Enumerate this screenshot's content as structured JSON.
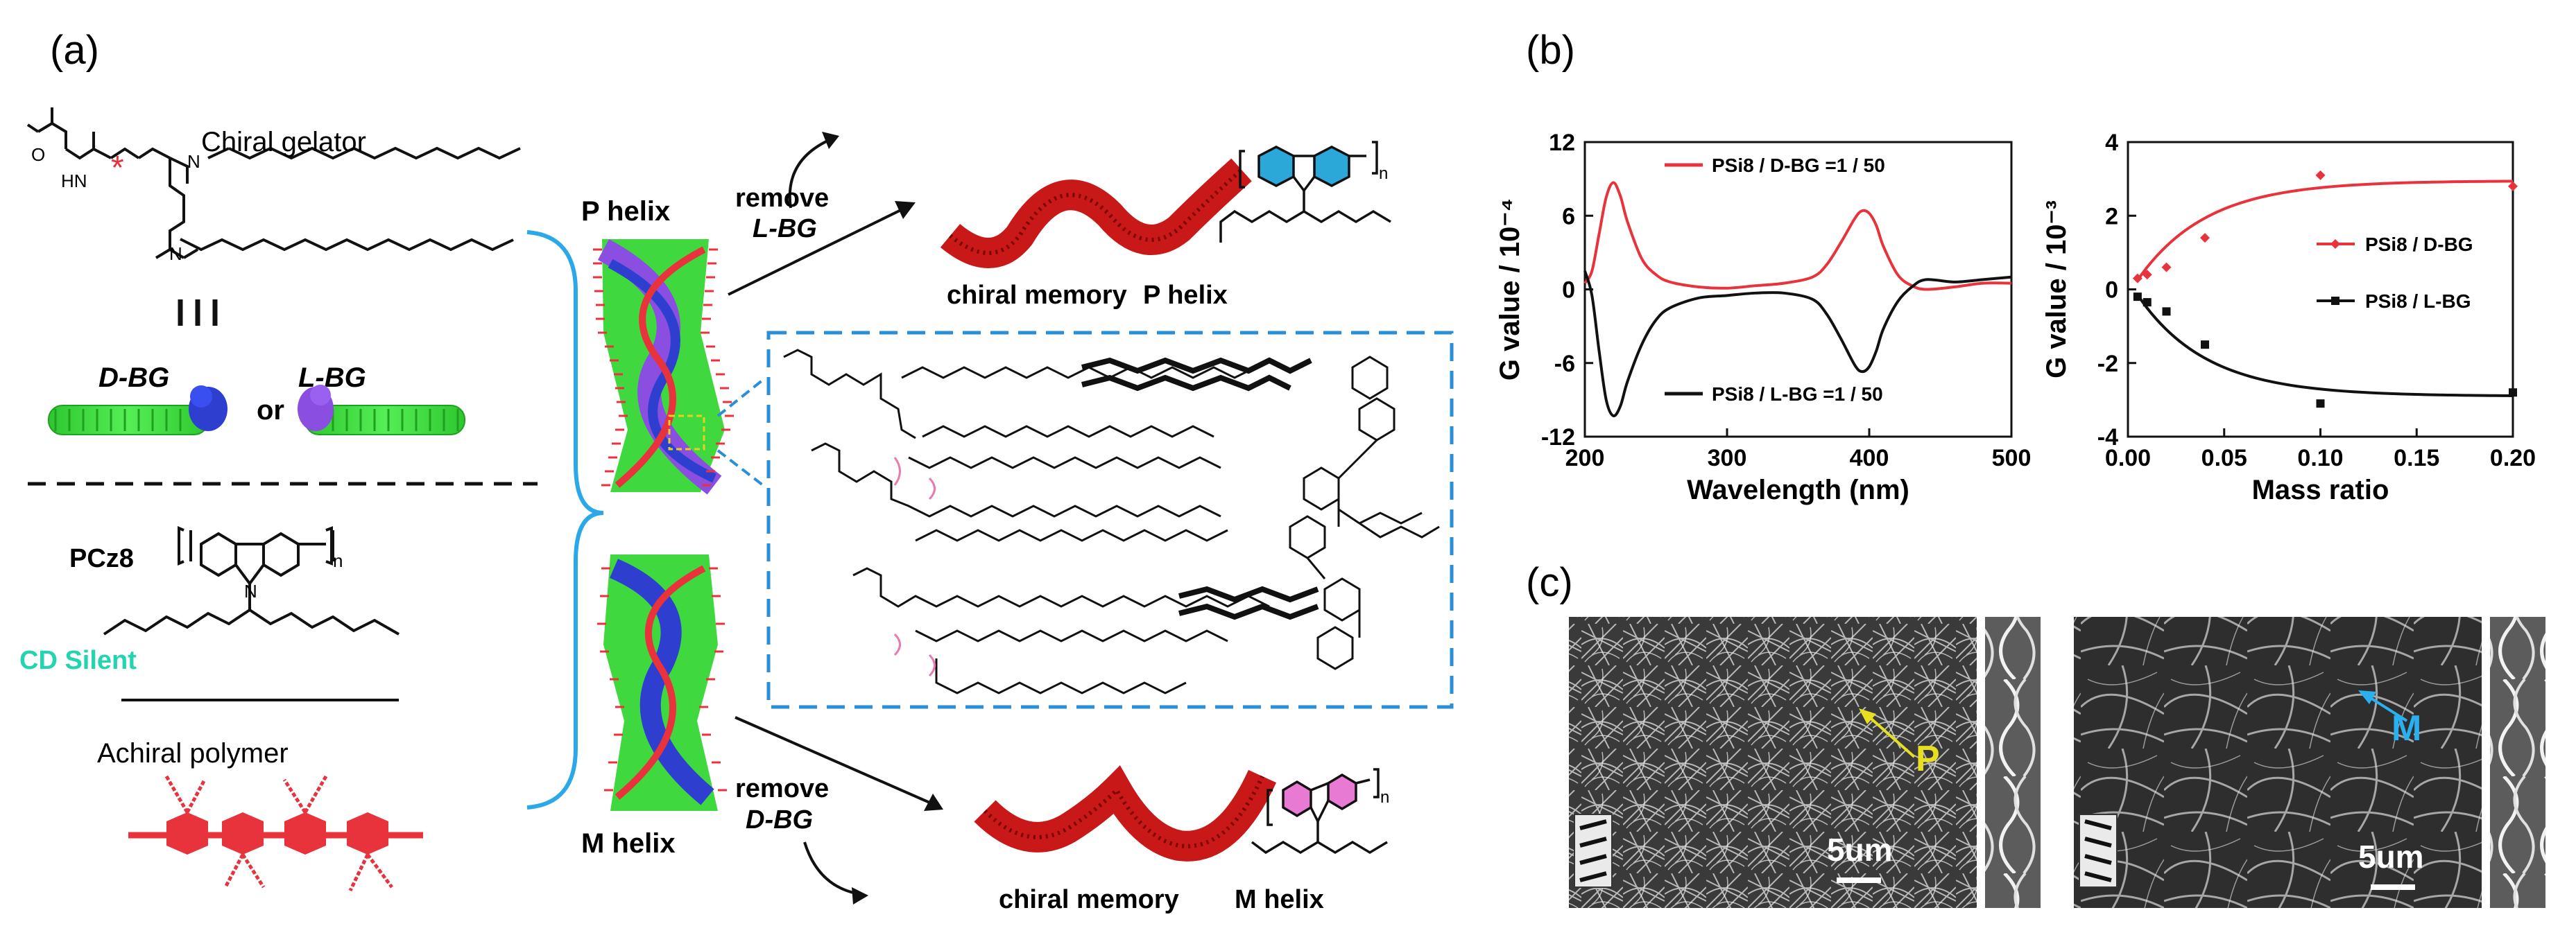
{
  "panel_a": {
    "label": "(a)",
    "chiral_gelator_title": "Chiral gelator",
    "d_bg": "D-BG",
    "or_text": "or",
    "l_bg": "L-BG",
    "pcz8": "PCz8",
    "cd_silent": "CD Silent",
    "achiral_polymer": "Achiral polymer",
    "p_helix": "P helix",
    "m_helix": "M helix",
    "remove_top_1": "remove",
    "remove_top_2": "L-BG",
    "remove_bottom_1": "remove",
    "remove_bottom_2": "D-BG",
    "chiral_memory_top": "chiral memory",
    "p_helix_right": "P helix",
    "chiral_memory_bottom": "chiral memory",
    "m_helix_right": "M helix",
    "subscript_n": "n",
    "atom_n": "N",
    "atom_h": "H",
    "atom_o": "O",
    "atom_hn": "HN",
    "star": "*"
  },
  "panel_b": {
    "label": "(b)"
  },
  "panel_c": {
    "label": "(c)",
    "scale_left": "5um",
    "scale_right": "5um",
    "arrow_p": "P",
    "arrow_m": "M"
  },
  "colors": {
    "red": "#e8323c",
    "black": "#111111",
    "green": "#3fd93f",
    "blue": "#2e3fd0",
    "purple": "#8a4fe0",
    "cyan_dash": "#2a8fd6",
    "teal": "#22d4b0",
    "pink_ring": "#e87ad4",
    "cyan_ring": "#2ba8d8",
    "arrow_yellow": "#e6e020",
    "arrow_cyan": "#2ab0ee"
  },
  "chart_data": [
    {
      "type": "line",
      "xlabel": "Wavelength (nm)",
      "ylabel": "G value / 10⁻⁴",
      "xlim": [
        200,
        500
      ],
      "ylim": [
        -12,
        12
      ],
      "xticks": [
        200,
        300,
        400,
        500
      ],
      "yticks": [
        -12,
        -6,
        0,
        6,
        12
      ],
      "legend_position": "inside",
      "series": [
        {
          "name": "PSi8 / D-BG =1 / 50",
          "color": "#e8323c",
          "x": [
            200,
            205,
            210,
            215,
            220,
            225,
            230,
            240,
            250,
            260,
            280,
            300,
            320,
            340,
            360,
            370,
            380,
            390,
            395,
            400,
            405,
            410,
            420,
            430,
            440,
            460,
            480,
            500
          ],
          "y": [
            0.5,
            1.5,
            4.5,
            7.5,
            8.7,
            7.6,
            5.5,
            2.5,
            1.2,
            0.6,
            0.2,
            0.1,
            0.3,
            0.5,
            1.0,
            2.0,
            3.8,
            5.8,
            6.4,
            6.2,
            5.2,
            3.5,
            1.2,
            0.3,
            0.0,
            0.2,
            0.5,
            0.5
          ]
        },
        {
          "name": "PSi8 / L-BG =1 / 50",
          "color": "#111111",
          "x": [
            200,
            205,
            210,
            215,
            220,
            225,
            230,
            240,
            250,
            260,
            280,
            300,
            320,
            340,
            360,
            370,
            380,
            390,
            395,
            400,
            405,
            410,
            420,
            430,
            440,
            460,
            480,
            500
          ],
          "y": [
            1.5,
            -0.5,
            -5.0,
            -9.0,
            -10.3,
            -9.5,
            -7.5,
            -4.5,
            -2.5,
            -1.5,
            -0.7,
            -0.5,
            -0.3,
            -0.3,
            -0.8,
            -2.0,
            -4.0,
            -6.2,
            -6.7,
            -6.3,
            -5.0,
            -3.2,
            -1.0,
            0.2,
            0.8,
            0.6,
            0.8,
            1.0
          ]
        }
      ]
    },
    {
      "type": "scatter",
      "xlabel": "Mass ratio",
      "ylabel": "G value / 10⁻³",
      "xlim": [
        0.0,
        0.2
      ],
      "ylim": [
        -4,
        4
      ],
      "xticks": [
        0.0,
        0.05,
        0.1,
        0.15,
        0.2
      ],
      "xtick_labels": [
        "0.00",
        "0.05",
        "0.10",
        "0.15",
        "0.20"
      ],
      "yticks": [
        -4,
        -2,
        0,
        2,
        4
      ],
      "legend_position": "right",
      "series": [
        {
          "name": "PSi8 / D-BG",
          "color": "#e8323c",
          "marker": "diamond",
          "x": [
            0.005,
            0.01,
            0.02,
            0.04,
            0.1,
            0.2
          ],
          "y": [
            0.3,
            0.4,
            0.6,
            1.4,
            3.1,
            2.8
          ]
        },
        {
          "name": "PSi8 / L-BG",
          "color": "#111111",
          "marker": "square",
          "x": [
            0.005,
            0.01,
            0.02,
            0.04,
            0.1,
            0.2
          ],
          "y": [
            -0.2,
            -0.35,
            -0.6,
            -1.5,
            -3.1,
            -2.8
          ]
        }
      ]
    }
  ]
}
